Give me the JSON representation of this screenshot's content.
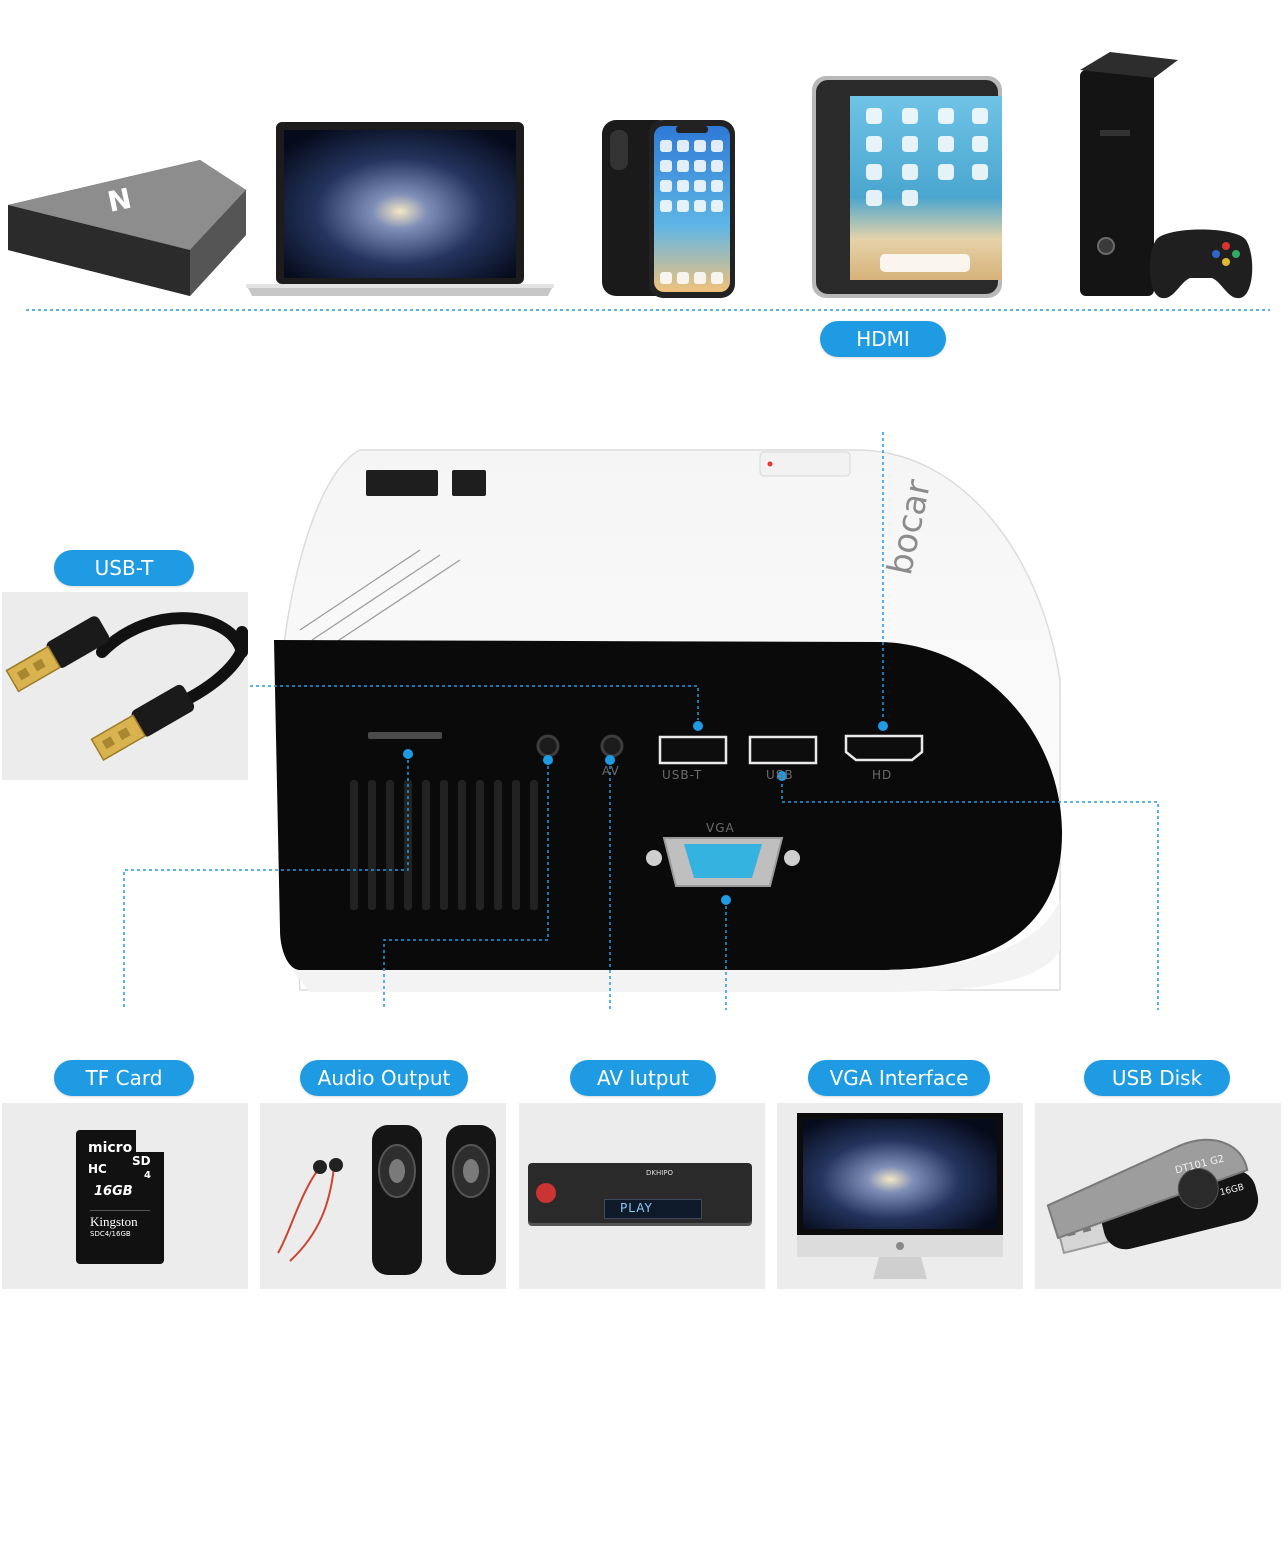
{
  "labels": {
    "hdmi": "HDMI",
    "usb_t": "USB-T",
    "tf_card": "TF Card",
    "audio_output": "Audio Output",
    "av_output": "AV Iutput",
    "vga_interface": "VGA Interface",
    "usb_disk": "USB Disk"
  },
  "projector": {
    "brand": "bocar",
    "port_labels": {
      "usb_t": "USB-T",
      "usb": "USB",
      "hd": "HD",
      "vga": "VGA",
      "av": "AV"
    }
  },
  "devices": {
    "tv_box_logo": "N",
    "microsd": {
      "line1": "micro",
      "line2": "SD",
      "line3": "HC",
      "capacity": "16GB",
      "class": "4",
      "brand": "Kingston",
      "model": "SDC4/16GB"
    },
    "dvd_player": {
      "display": "PLAY",
      "brand": "DKHIPO"
    },
    "usb_stick": {
      "model": "DT101 G2",
      "capacity": "16GB"
    }
  },
  "colors": {
    "accent": "#1e9be3",
    "panel": "#ececec",
    "projector_body": "#ffffff",
    "projector_face": "#0a0a0a",
    "connector_line": "#1e9be3"
  }
}
